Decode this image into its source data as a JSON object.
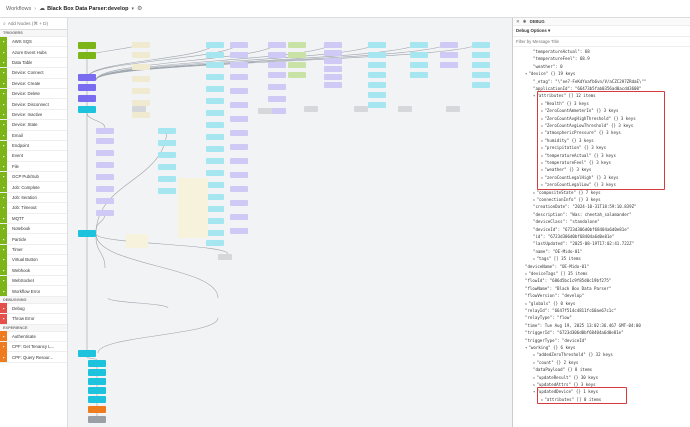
{
  "header": {
    "breadcrumb": "Workflows",
    "separator": "›",
    "title": "Black Box Data Parser:develop",
    "caret": "▾",
    "gear": "⚙"
  },
  "sidebar": {
    "search_placeholder": "Add Nodes (⌘ + D)",
    "sections": [
      {
        "title": "TRIGGERS",
        "items": [
          {
            "label": "AWS SQS",
            "color": "g"
          },
          {
            "label": "Azure Event Hubs",
            "color": "g"
          },
          {
            "label": "Data Table",
            "color": "g"
          },
          {
            "label": "Device: Connect",
            "color": "g"
          },
          {
            "label": "Device: Create",
            "color": "g"
          },
          {
            "label": "Device: Delete",
            "color": "g"
          },
          {
            "label": "Device: Disconnect",
            "color": "g"
          },
          {
            "label": "Device: Inactive",
            "color": "g"
          },
          {
            "label": "Device: State",
            "color": "g"
          },
          {
            "label": "Email",
            "color": "g"
          },
          {
            "label": "Endpoint",
            "color": "g"
          },
          {
            "label": "Event",
            "color": "g"
          },
          {
            "label": "File",
            "color": "g"
          },
          {
            "label": "GCP Pub/Sub",
            "color": "g"
          },
          {
            "label": "Job: Complete",
            "color": "g"
          },
          {
            "label": "Job: Iteration",
            "color": "g"
          },
          {
            "label": "Job: Timeout",
            "color": "g"
          },
          {
            "label": "MQTT",
            "color": "g"
          },
          {
            "label": "Notebook",
            "color": "g"
          },
          {
            "label": "Particle",
            "color": "g"
          },
          {
            "label": "Timer",
            "color": "g"
          },
          {
            "label": "Virtual Button",
            "color": "g"
          },
          {
            "label": "Webhook",
            "color": "g"
          },
          {
            "label": "WebSocket",
            "color": "g"
          },
          {
            "label": "Workflow Error",
            "color": "g"
          }
        ]
      },
      {
        "title": "DEBUGGING",
        "items": [
          {
            "label": "Debug",
            "color": "r"
          },
          {
            "label": "Throw Error",
            "color": "r"
          }
        ]
      },
      {
        "title": "EXPERIENCE",
        "items": [
          {
            "label": "Authenticate",
            "color": "o"
          },
          {
            "label": "CPF: Get Tenancy L...",
            "color": "o"
          },
          {
            "label": "CPF: Query Resour...",
            "color": "o"
          }
        ]
      }
    ]
  },
  "debug": {
    "title": "DEBUG",
    "options_label": "Debug Options ▾",
    "filter_placeholder": "Filter by Message Title",
    "lines": [
      {
        "indent": 5,
        "text": "\"temperatureActual\": 68"
      },
      {
        "indent": 5,
        "text": "\"temperatureFeel\": 68.9"
      },
      {
        "indent": 5,
        "text": "\"weather\": 0"
      },
      {
        "indent": 3,
        "text": "\"device\"  {} 19 keys",
        "tog": "▾"
      },
      {
        "indent": 5,
        "text": "\"_etag\": \"\\\"ee7-FeKdYoafb6vn/V/aCZC2H7ZRdaE\\\"\""
      },
      {
        "indent": 5,
        "text": "\"applicationId\": \"66473b5fab0356ad0acdd3600\""
      },
      {
        "indent": 5,
        "text": "\"attributes\"  [] 12 items",
        "tog": "▾"
      },
      {
        "indent": 7,
        "text": "\"Health\"  {} 3 keys",
        "tog": "▸"
      },
      {
        "indent": 7,
        "text": "\"ZeroCountAmmeterIn\"  {} 3 keys",
        "tog": "▸"
      },
      {
        "indent": 7,
        "text": "\"ZeroCountAvgHighThreshold\"  {} 3 keys",
        "tog": "▸"
      },
      {
        "indent": 7,
        "text": "\"ZeroCountAvgLowThreshold\"  {} 3 keys",
        "tog": "▸"
      },
      {
        "indent": 7,
        "text": "\"atmosphericPressure\"  {} 3 keys",
        "tog": "▸"
      },
      {
        "indent": 7,
        "text": "\"humidity\"  {} 3 keys",
        "tog": "▸"
      },
      {
        "indent": 7,
        "text": "\"precipitation\"  {} 3 keys",
        "tog": "▸"
      },
      {
        "indent": 7,
        "text": "\"temperatureActual\"  {} 3 keys",
        "tog": "▸"
      },
      {
        "indent": 7,
        "text": "\"temperatureFeel\"  {} 3 keys",
        "tog": "▸"
      },
      {
        "indent": 7,
        "text": "\"weather\"  {} 3 keys",
        "tog": "▸"
      },
      {
        "indent": 7,
        "text": "\"zeroCountLegalHigh\"  {} 3 keys",
        "tog": "▸"
      },
      {
        "indent": 7,
        "text": "\"zeroCountLegalLow\"  {} 3 keys",
        "tog": "▸"
      },
      {
        "indent": 5,
        "text": "\"compositeState\"  {} 7 keys",
        "tog": "▸"
      },
      {
        "indent": 5,
        "text": "\"connectionInfo\"  {} 3 keys",
        "tog": "▸"
      },
      {
        "indent": 5,
        "text": "\"creationDate\": \"2024-10-31T18:59:10.839Z\""
      },
      {
        "indent": 5,
        "text": "\"description\": \"Was: cheetah_salamander\""
      },
      {
        "indent": 5,
        "text": "\"deviceClass\": \"standalone\""
      },
      {
        "indent": 5,
        "text": "\"deviceId\": \"6723d306d0bf68404a6d0e81e\""
      },
      {
        "indent": 5,
        "text": "\"id\": \"6723d306d0bf68404a6d0e81e\""
      },
      {
        "indent": 5,
        "text": "\"lastUpdated\": \"2025-08-19T17:02:41.722Z\""
      },
      {
        "indent": 5,
        "text": "\"name\": \"OE-Mido-01\""
      },
      {
        "indent": 5,
        "text": "\"tags\"  [] 35 items",
        "tog": "▸"
      },
      {
        "indent": 3,
        "text": "\"deviceName\": \"OE-Mido-01\""
      },
      {
        "indent": 3,
        "text": "\"deviceTags\"  [] 35 items",
        "tog": "▸"
      },
      {
        "indent": 3,
        "text": "\"flowId\": \"686d5bc1c9f85d0c19bf275\""
      },
      {
        "indent": 3,
        "text": "\"flowName\": \"Black Box Data Parser\""
      },
      {
        "indent": 3,
        "text": "\"flowVersion\": \"develop\""
      },
      {
        "indent": 3,
        "text": "\"globals\"  {} 0 keys",
        "tog": "▸"
      },
      {
        "indent": 3,
        "text": "\"relayId\": \"6647f514c4811fc60ae67c1c\""
      },
      {
        "indent": 3,
        "text": "\"relayType\": \"flow\""
      },
      {
        "indent": 3,
        "text": "\"time\": Tue Aug 19, 2025 13:02:36.467 GMT-04:00"
      },
      {
        "indent": 3,
        "text": "\"triggerId\": \"6723d306d0bf68404a6d0e81e\""
      },
      {
        "indent": 3,
        "text": "\"triggerType\": \"deviceId\""
      },
      {
        "indent": 3,
        "text": "\"working\"  {} 6 keys",
        "tog": "▾"
      },
      {
        "indent": 5,
        "text": "\"addedZeroThreshold\"  {} 32 keys",
        "tog": "▸"
      },
      {
        "indent": 5,
        "text": "\"count\"  {} 2 keys",
        "tog": "▸"
      },
      {
        "indent": 5,
        "text": "\"dataPayload\"  {} 8 items"
      },
      {
        "indent": 5,
        "text": "\"updateResult\"  {} 30 keys",
        "tog": "▸"
      },
      {
        "indent": 5,
        "text": "\"updatedAttrs\"  {} 3 keys",
        "tog": "▸"
      },
      {
        "indent": 5,
        "text": "\"updatedDevice\"  {} 1 keys",
        "tog": "▾"
      },
      {
        "indent": 7,
        "text": "\"attributes\"  [] 0 items",
        "tog": "▸"
      }
    ]
  },
  "colors": {
    "trigger": "#7cb518",
    "debug": "#e5504a",
    "experience": "#ee7b1e",
    "node_cyan": "#1dc3dc",
    "node_purple": "#7a6cf0",
    "highlight": "#d63a3a"
  }
}
